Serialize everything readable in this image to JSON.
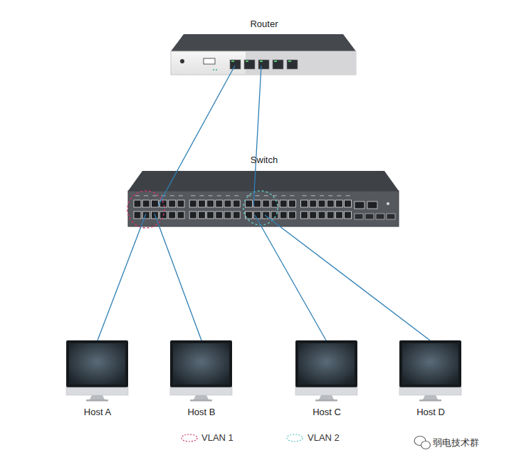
{
  "diagram": {
    "nodes": [
      {
        "text": [
          "Router"
        ]
      },
      {
        "text": [
          "Switch"
        ]
      },
      {
        "text": [
          "Host A"
        ]
      },
      {
        "text": [
          "Host B"
        ]
      },
      {
        "text": [
          "Host C"
        ]
      },
      {
        "text": [
          "Host D"
        ]
      }
    ],
    "edges": [
      {
        "from": 0,
        "to": 1,
        "arrow": "none"
      },
      {
        "from": 0,
        "to": 1,
        "arrow": "none"
      },
      {
        "from": 1,
        "to": 2,
        "arrow": "none"
      },
      {
        "from": 1,
        "to": 3,
        "arrow": "none"
      },
      {
        "from": 1,
        "to": 4,
        "arrow": "none"
      },
      {
        "from": 1,
        "to": 5,
        "arrow": "none"
      }
    ],
    "labels": [
      "弱电技术群"
    ],
    "legend": [
      {
        "text": "VLAN 1"
      },
      {
        "text": "VLAN 2"
      }
    ]
  }
}
